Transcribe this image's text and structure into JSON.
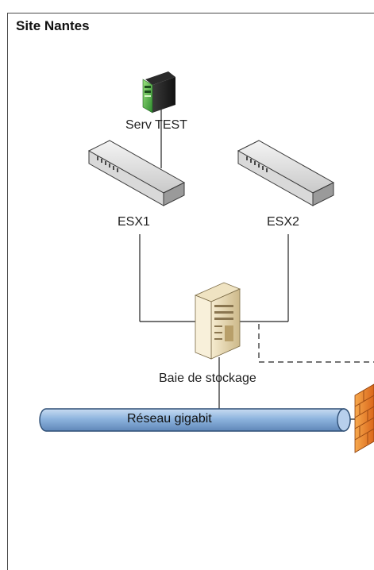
{
  "site": {
    "title": "Site Nantes"
  },
  "nodes": {
    "serv_test": {
      "label": "Serv TEST",
      "icon": "server-tower-icon"
    },
    "esx1": {
      "label": "ESX1",
      "icon": "network-switch-icon"
    },
    "esx2": {
      "label": "ESX2",
      "icon": "network-switch-icon"
    },
    "baie": {
      "label": "Baie de stockage",
      "icon": "storage-server-icon"
    },
    "firewall": {
      "icon": "firewall-icon"
    }
  },
  "network": {
    "label": "Réseau gigabit",
    "icon": "network-pipe-icon"
  },
  "colors": {
    "frame": "#4a4a4a",
    "pipe_fill": "#8eb4de",
    "pipe_stroke": "#2f4f75",
    "server_green": "#4caf3f",
    "firewall_orange": "#f08a24",
    "storage_beige": "#e8d9b0"
  }
}
